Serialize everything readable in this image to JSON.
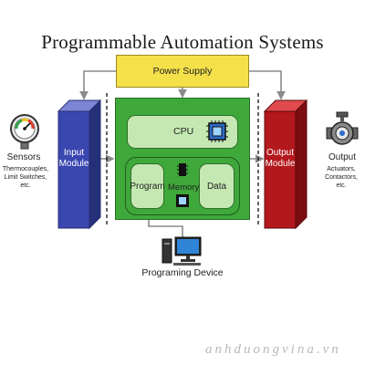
{
  "title": "Programmable Automation Systems",
  "power_supply": "Power Supply",
  "cpu": "CPU",
  "program": "Program",
  "memory": "Memory",
  "data_label": "Data",
  "input_module": "Input\nModule",
  "output_module": "Output\nModule",
  "sensors": {
    "title": "Sensors",
    "caption": "Thermocouples,\nLimit Switches,\netc."
  },
  "output": {
    "title": "Output",
    "caption": "Actuators,\nContactors,\netc."
  },
  "programming_device": "Programing Device",
  "watermark": "anhduongvina.vn",
  "colors": {
    "power": "#f4e14a",
    "cpu_main": "#3fa83a",
    "cpu_inner": "#c5e8b3",
    "input_module": "#3b47b0",
    "output_module": "#b3181c"
  }
}
